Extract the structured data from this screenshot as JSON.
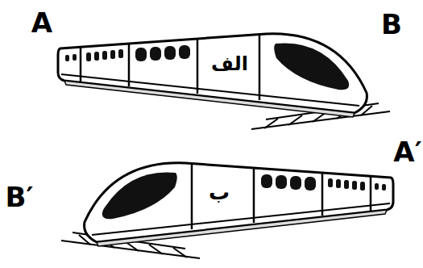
{
  "diagram": {
    "labels": [
      "A",
      "B",
      "الف",
      "A′",
      "B′",
      "ب"
    ]
  }
}
